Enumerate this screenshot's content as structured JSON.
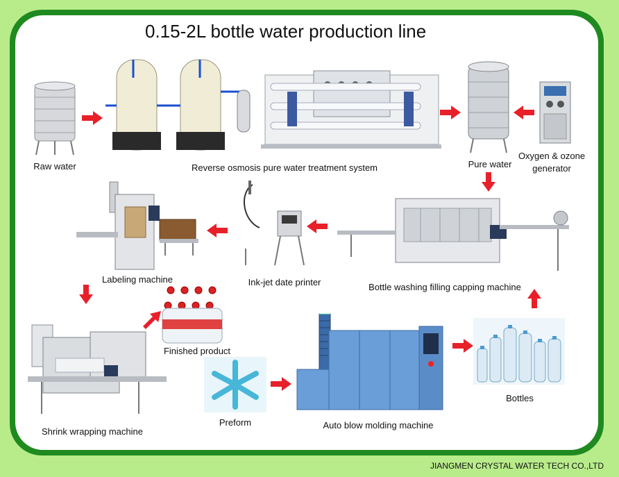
{
  "title": "0.15-2L bottle water production line",
  "company": "JIANGMEN CRYSTAL WATER TECH CO.,LTD",
  "colors": {
    "frame": "#1f8a1f",
    "background": "#b8ec8a",
    "arrow": "#e8202a",
    "steel": "#c9ccd0",
    "blue_machine": "#6a9ed8"
  },
  "stations": {
    "raw_water": "Raw water",
    "ro_system": "Reverse osmosis pure water treatment system",
    "pure_water": "Pure water",
    "ozone_line1": "Oxygen & ozone",
    "ozone_line2": "generator",
    "labeling": "Labeling  machine",
    "inkjet": "Ink-jet date printer",
    "filling": "Bottle washing filling capping machine",
    "finished": "Finished product",
    "shrink": "Shrink wrapping machine",
    "preform": "Preform",
    "blow": "Auto blow molding machine",
    "bottles": "Bottles"
  }
}
